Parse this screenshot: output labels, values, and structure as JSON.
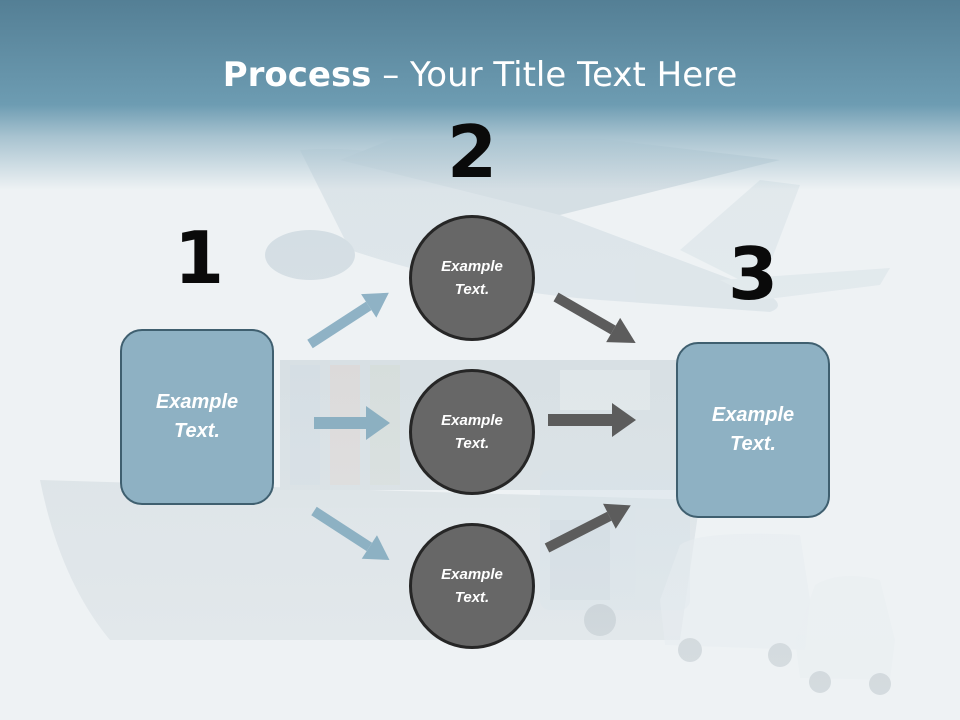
{
  "title": {
    "bold": "Process",
    "rest": " – Your Title Text Here"
  },
  "steps": [
    {
      "number": "1",
      "box_text": "Example Text."
    },
    {
      "number": "2",
      "circles": [
        {
          "text": "Example Text."
        },
        {
          "text": "Example Text."
        },
        {
          "text": "Example Text."
        }
      ]
    },
    {
      "number": "3",
      "box_text": "Example Text."
    }
  ],
  "colors": {
    "header": "#6d9cb2",
    "box_fill": "#8eb1c3",
    "box_border": "#3f5f6f",
    "circle_fill": "#676767",
    "circle_border": "#262626",
    "arrow_left": "#7fa8bd",
    "arrow_right": "#5c5c5c"
  },
  "background": {
    "depicts": [
      "airplane",
      "container-ship",
      "truck",
      "vans"
    ]
  }
}
